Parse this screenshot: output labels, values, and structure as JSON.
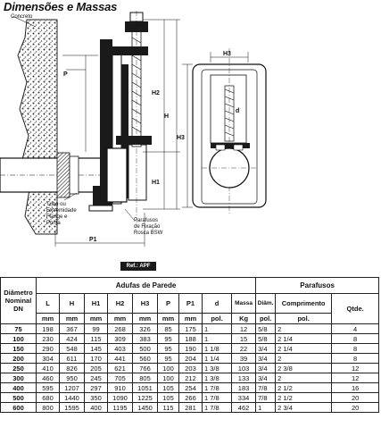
{
  "title": "Dimensões e Massas",
  "drawing": {
    "labels": {
      "concreto": "Concreto",
      "tubo_1": "Tubo ou",
      "tubo_2": "Extremidade",
      "tubo_3": "Flange e",
      "tubo_4": "Ponta",
      "paraf_1": "Parafusos",
      "paraf_2": "de Fixação",
      "paraf_3": "Rosca BSW",
      "p": "P",
      "h2": "H2",
      "h": "H",
      "h1": "H1",
      "p1": "P1",
      "h3_top": "H3",
      "h3_side": "H3",
      "d": "d"
    }
  },
  "ref": "Ref.: APF",
  "table": {
    "dn_header_1": "Diâmetro",
    "dn_header_2": "Nominal",
    "dn_header_3": "DN",
    "group_adufas": "Adufas de Parede",
    "group_parafusos": "Parafusos",
    "columns": [
      "L",
      "H",
      "H1",
      "H2",
      "H3",
      "P",
      "P1",
      "d",
      "Massa"
    ],
    "col_diam": "Diâm.",
    "col_comp": "Comprimento",
    "col_qtde": "Qtde.",
    "units": [
      "mm",
      "mm",
      "mm",
      "mm",
      "mm",
      "mm",
      "mm",
      "pol.",
      "Kg"
    ],
    "unit_diam": "pol.",
    "unit_comp": "pol.",
    "rows": [
      [
        "75",
        "198",
        "367",
        "99",
        "268",
        "326",
        "85",
        "175",
        "1",
        "12",
        "5/8",
        "2",
        "4"
      ],
      [
        "100",
        "230",
        "424",
        "115",
        "309",
        "383",
        "95",
        "188",
        "1",
        "15",
        "5/8",
        "2 1/4",
        "8"
      ],
      [
        "150",
        "290",
        "548",
        "145",
        "403",
        "500",
        "95",
        "190",
        "1 1/8",
        "22",
        "3/4",
        "2 1/4",
        "8"
      ],
      [
        "200",
        "304",
        "611",
        "170",
        "441",
        "560",
        "95",
        "204",
        "1 1/4",
        "39",
        "3/4",
        "2",
        "8"
      ],
      [
        "250",
        "410",
        "826",
        "205",
        "621",
        "766",
        "100",
        "203",
        "1 3/8",
        "103",
        "3/4",
        "2 3/8",
        "12"
      ],
      [
        "300",
        "460",
        "950",
        "245",
        "705",
        "805",
        "100",
        "212",
        "1 3/8",
        "133",
        "3/4",
        "2",
        "12"
      ],
      [
        "400",
        "595",
        "1207",
        "297",
        "910",
        "1051",
        "105",
        "254",
        "1 7/8",
        "183",
        "7/8",
        "2 1/2",
        "16"
      ],
      [
        "500",
        "680",
        "1440",
        "350",
        "1090",
        "1225",
        "105",
        "266",
        "1 7/8",
        "334",
        "7/8",
        "2 1/2",
        "20"
      ],
      [
        "600",
        "800",
        "1595",
        "400",
        "1195",
        "1450",
        "115",
        "281",
        "1 7/8",
        "462",
        "1",
        "2 3/4",
        "20"
      ]
    ]
  }
}
